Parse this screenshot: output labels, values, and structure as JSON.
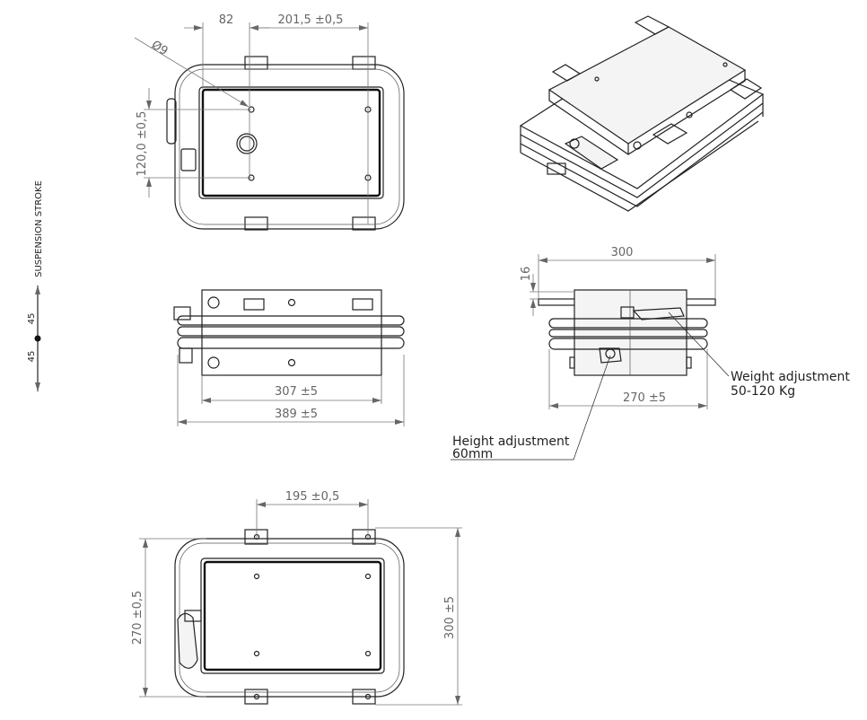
{
  "top_view": {
    "dim_82": "82",
    "dim_201": "201,5 ±0,5",
    "dim_diameter": "Ø9",
    "dim_120": "120,0 ±0,5"
  },
  "front_view": {
    "dim_307": "307 ±5",
    "dim_389": "389 ±5"
  },
  "suspension": {
    "label": "SUSPENSION STROKE",
    "up": "45",
    "down": "45"
  },
  "side_view": {
    "dim_300": "300",
    "dim_16": "16",
    "dim_270": "270 ±5",
    "weight_label_1": "Weight adjustment",
    "weight_label_2": "50-120 Kg",
    "height_label_1": "Height adjustment",
    "height_label_2": "60mm"
  },
  "bottom_view": {
    "dim_195": "195 ±0,5",
    "dim_270": "270 ±0,5",
    "dim_300": "300 ±5"
  }
}
